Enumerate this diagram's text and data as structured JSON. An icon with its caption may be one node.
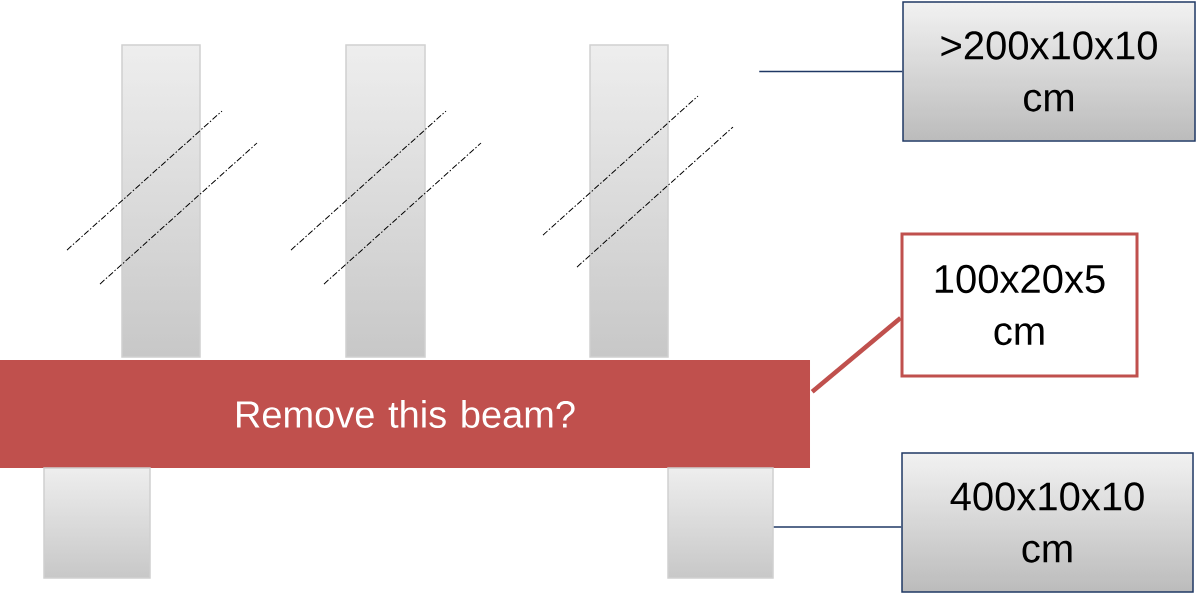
{
  "diagram": {
    "nodes": [
      {
        "text": [],
        "shape": "bar"
      },
      {
        "text": [],
        "shape": "bar"
      },
      {
        "text": [],
        "shape": "bar"
      },
      {
        "text": [
          ">200x10x10 cm"
        ]
      },
      {
        "text": [
          "100x20x5 cm"
        ]
      },
      {
        "text": [
          "Remove this beam?"
        ]
      },
      {
        "text": [],
        "shape": "bar"
      },
      {
        "text": [],
        "shape": "bar"
      },
      {
        "text": [
          "400x10x10 cm"
        ]
      }
    ],
    "edges": [
      {
        "from": 3,
        "to": null,
        "arrow": "none"
      },
      {
        "from": 4,
        "to": 5,
        "arrow": "none",
        "color": "#c0504d",
        "style": "thick"
      },
      {
        "from": 8,
        "to": 7,
        "arrow": "none"
      }
    ]
  }
}
